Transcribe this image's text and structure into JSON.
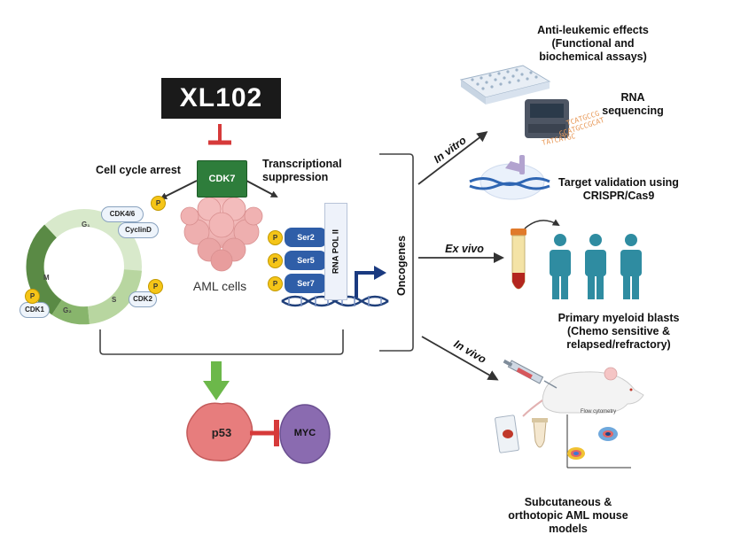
{
  "drug": "XL102",
  "kinase": "CDK7",
  "cell_cycle": {
    "title": "Cell cycle arrest",
    "phases": [
      "G₁",
      "S",
      "G₂",
      "M"
    ],
    "complexes": [
      "CDK4/6",
      "CyclinD",
      "CDK2",
      "CDK1"
    ],
    "phospho": "P"
  },
  "transcription": {
    "title": "Transcriptional suppression",
    "residues": [
      "Ser2",
      "Ser5",
      "Ser7"
    ],
    "polymerase": "RNA POL II"
  },
  "aml_cells": "AML cells",
  "oncogenes": "Oncogenes",
  "p53": "p53",
  "myc": "MYC",
  "branches": {
    "in_vitro": "In vitro",
    "ex_vivo": "Ex vivo",
    "in_vivo": "In vivo"
  },
  "outcomes": {
    "anti_leukemic": [
      "Anti-leukemic effects",
      "(Functional and",
      "biochemical assays)"
    ],
    "rna_seq": [
      "RNA",
      "sequencing"
    ],
    "crispr": [
      "Target validation using",
      "CRISPR/Cas9"
    ],
    "blasts": [
      "Primary myeloid blasts",
      "(Chemo sensitive &",
      "relapsed/refractory)"
    ],
    "mouse": [
      "Subcutaneous &",
      "orthotopic AML mouse",
      "models"
    ]
  },
  "flow_plot_title": "Flow cytometry",
  "colors": {
    "cdk7": "#2e7d3b",
    "ser": "#2f5ea8",
    "p53": "#e77d7d",
    "myc": "#8a6bb0",
    "inhibit": "#d63a3a",
    "activate": "#6cb84a",
    "arrow": "#333333"
  }
}
